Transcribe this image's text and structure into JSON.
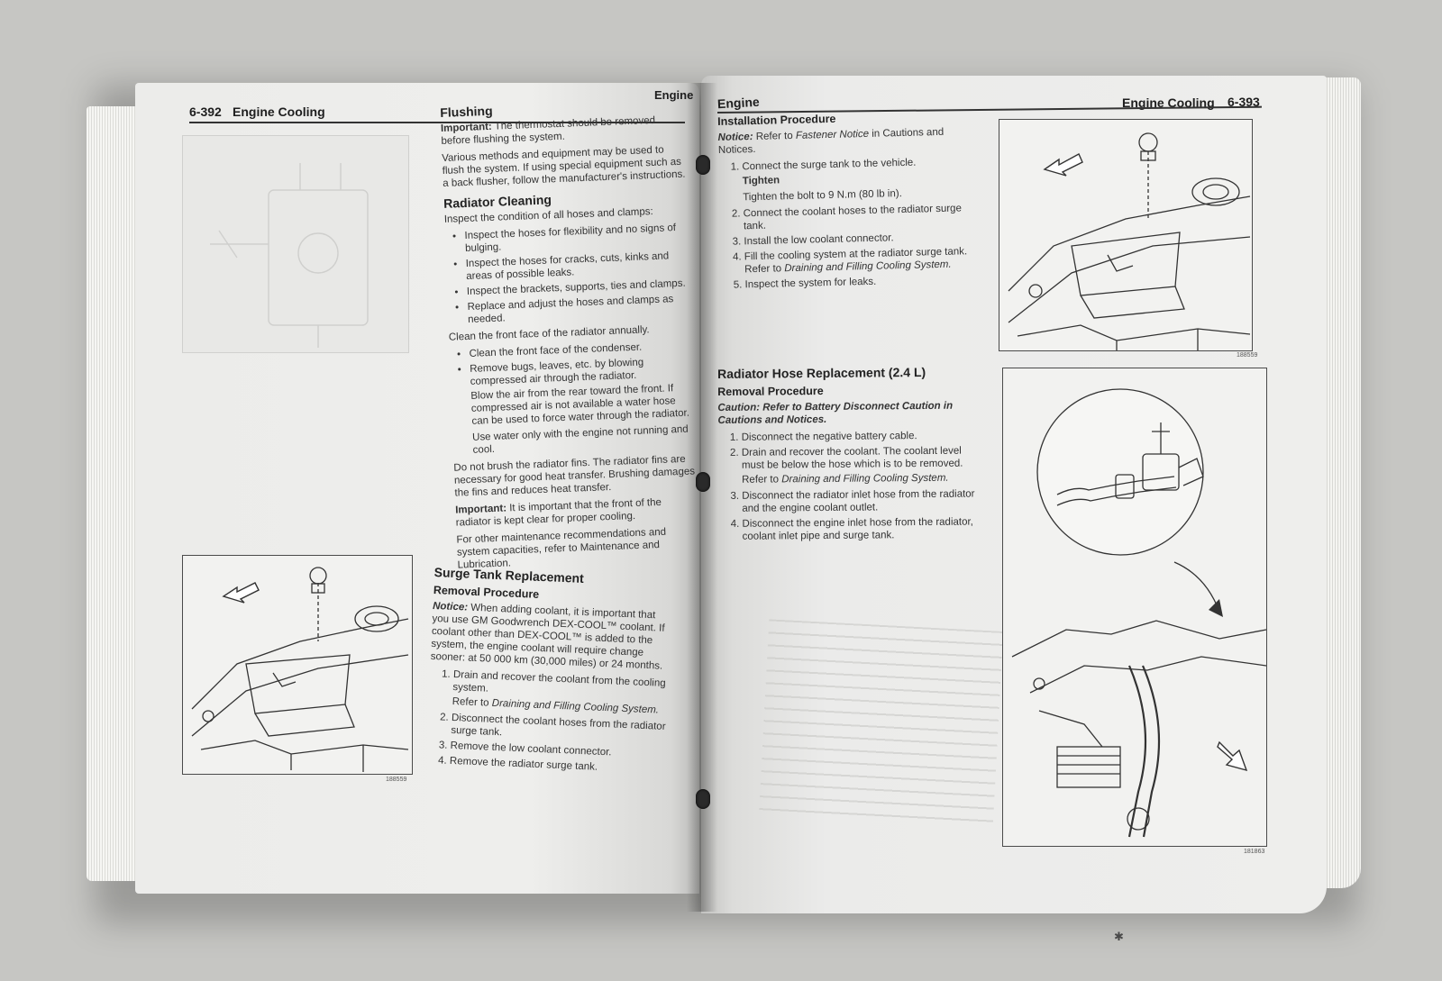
{
  "left_page": {
    "page_number": "6-392",
    "section_title": "Engine Cooling",
    "running_head": "Engine",
    "flushing": {
      "heading": "Flushing",
      "important_label": "Important:",
      "important_text": "The thermostat should be removed before flushing the system.",
      "methods_text": "Various methods and equipment may be used to flush the system. If using special equipment such as a back flusher, follow the manufacturer's instructions."
    },
    "radiator_cleaning": {
      "heading": "Radiator Cleaning",
      "intro": "Inspect the condition of all hoses and clamps:",
      "bullets": [
        "Inspect the hoses for flexibility and no signs of bulging.",
        "Inspect the hoses for cracks, cuts, kinks and areas of possible leaks.",
        "Inspect the brackets, supports, ties and clamps.",
        "Replace and adjust the hoses and clamps as needed."
      ],
      "clean_intro": "Clean the front face of the radiator annually.",
      "clean_bullet_1": "Clean the front face of the condenser.",
      "clean_bullet_2": "Remove bugs, leaves, etc. by blowing compressed air through the radiator.",
      "blow_text": "Blow the air from the rear toward the front. If compressed air is not available a water hose can be used to force water through the radiator.",
      "water_text": "Use water only with the engine not running and cool.",
      "fins_text": "Do not brush the radiator fins. The radiator fins are necessary for good heat transfer. Brushing damages the fins and reduces heat transfer.",
      "important_label": "Important:",
      "important_text": "It is important that the front of the radiator is kept clear for proper cooling.",
      "maintenance_text": "For other maintenance recommendations and system capacities, refer to Maintenance and Lubrication."
    },
    "surge_tank": {
      "heading": "Surge Tank Replacement",
      "subheading": "Removal Procedure",
      "notice_label": "Notice:",
      "notice_text": "When adding coolant, it is important that you use GM Goodwrench DEX-COOL™ coolant. If coolant other than DEX-COOL™ is added to the system, the engine coolant will require change sooner: at 50 000 km (30,000 miles) or 24 months.",
      "step_1": "Drain and recover the coolant from the cooling system.",
      "step_1_ref_prefix": "Refer to",
      "step_1_ref": "Draining and Filling Cooling System.",
      "step_2": "Disconnect the coolant hoses from the radiator surge tank.",
      "step_3": "Remove the low coolant connector.",
      "step_4": "Remove the radiator surge tank."
    },
    "figure_code": "188559"
  },
  "right_page": {
    "running_head": "Engine",
    "section_title": "Engine Cooling",
    "page_number": "6-393",
    "installation": {
      "heading": "Installation Procedure",
      "notice_label": "Notice:",
      "notice_prefix": "Refer to",
      "notice_ref": "Fastener Notice",
      "notice_suffix": "in Cautions and Notices.",
      "step_1": "Connect the surge tank to the vehicle.",
      "tighten_label": "Tighten",
      "tighten_text": "Tighten the bolt to 9 N.m (80 lb in).",
      "step_2": "Connect the coolant hoses to the radiator surge tank.",
      "step_3": "Install the low coolant connector.",
      "step_4_prefix": "Fill the cooling system at the radiator surge tank. Refer to",
      "step_4_ref": "Draining and Filling Cooling System.",
      "step_5": "Inspect the system for leaks."
    },
    "hose_replacement": {
      "heading": "Radiator Hose Replacement (2.4 L)",
      "subheading": "Removal Procedure",
      "caution": "Caution: Refer to Battery Disconnect Caution in Cautions and Notices.",
      "step_1": "Disconnect the negative battery cable.",
      "step_2": "Drain and recover the coolant. The coolant level must be below the hose which is to be removed.",
      "step_2_ref_prefix": "Refer to",
      "step_2_ref": "Draining and Filling Cooling System.",
      "step_3": "Disconnect the radiator inlet hose from the radiator and the engine coolant outlet.",
      "step_4": "Disconnect the engine inlet hose from the radiator, coolant inlet pipe and surge tank."
    },
    "figure_code_1": "188559",
    "figure_code_2": "181863"
  }
}
